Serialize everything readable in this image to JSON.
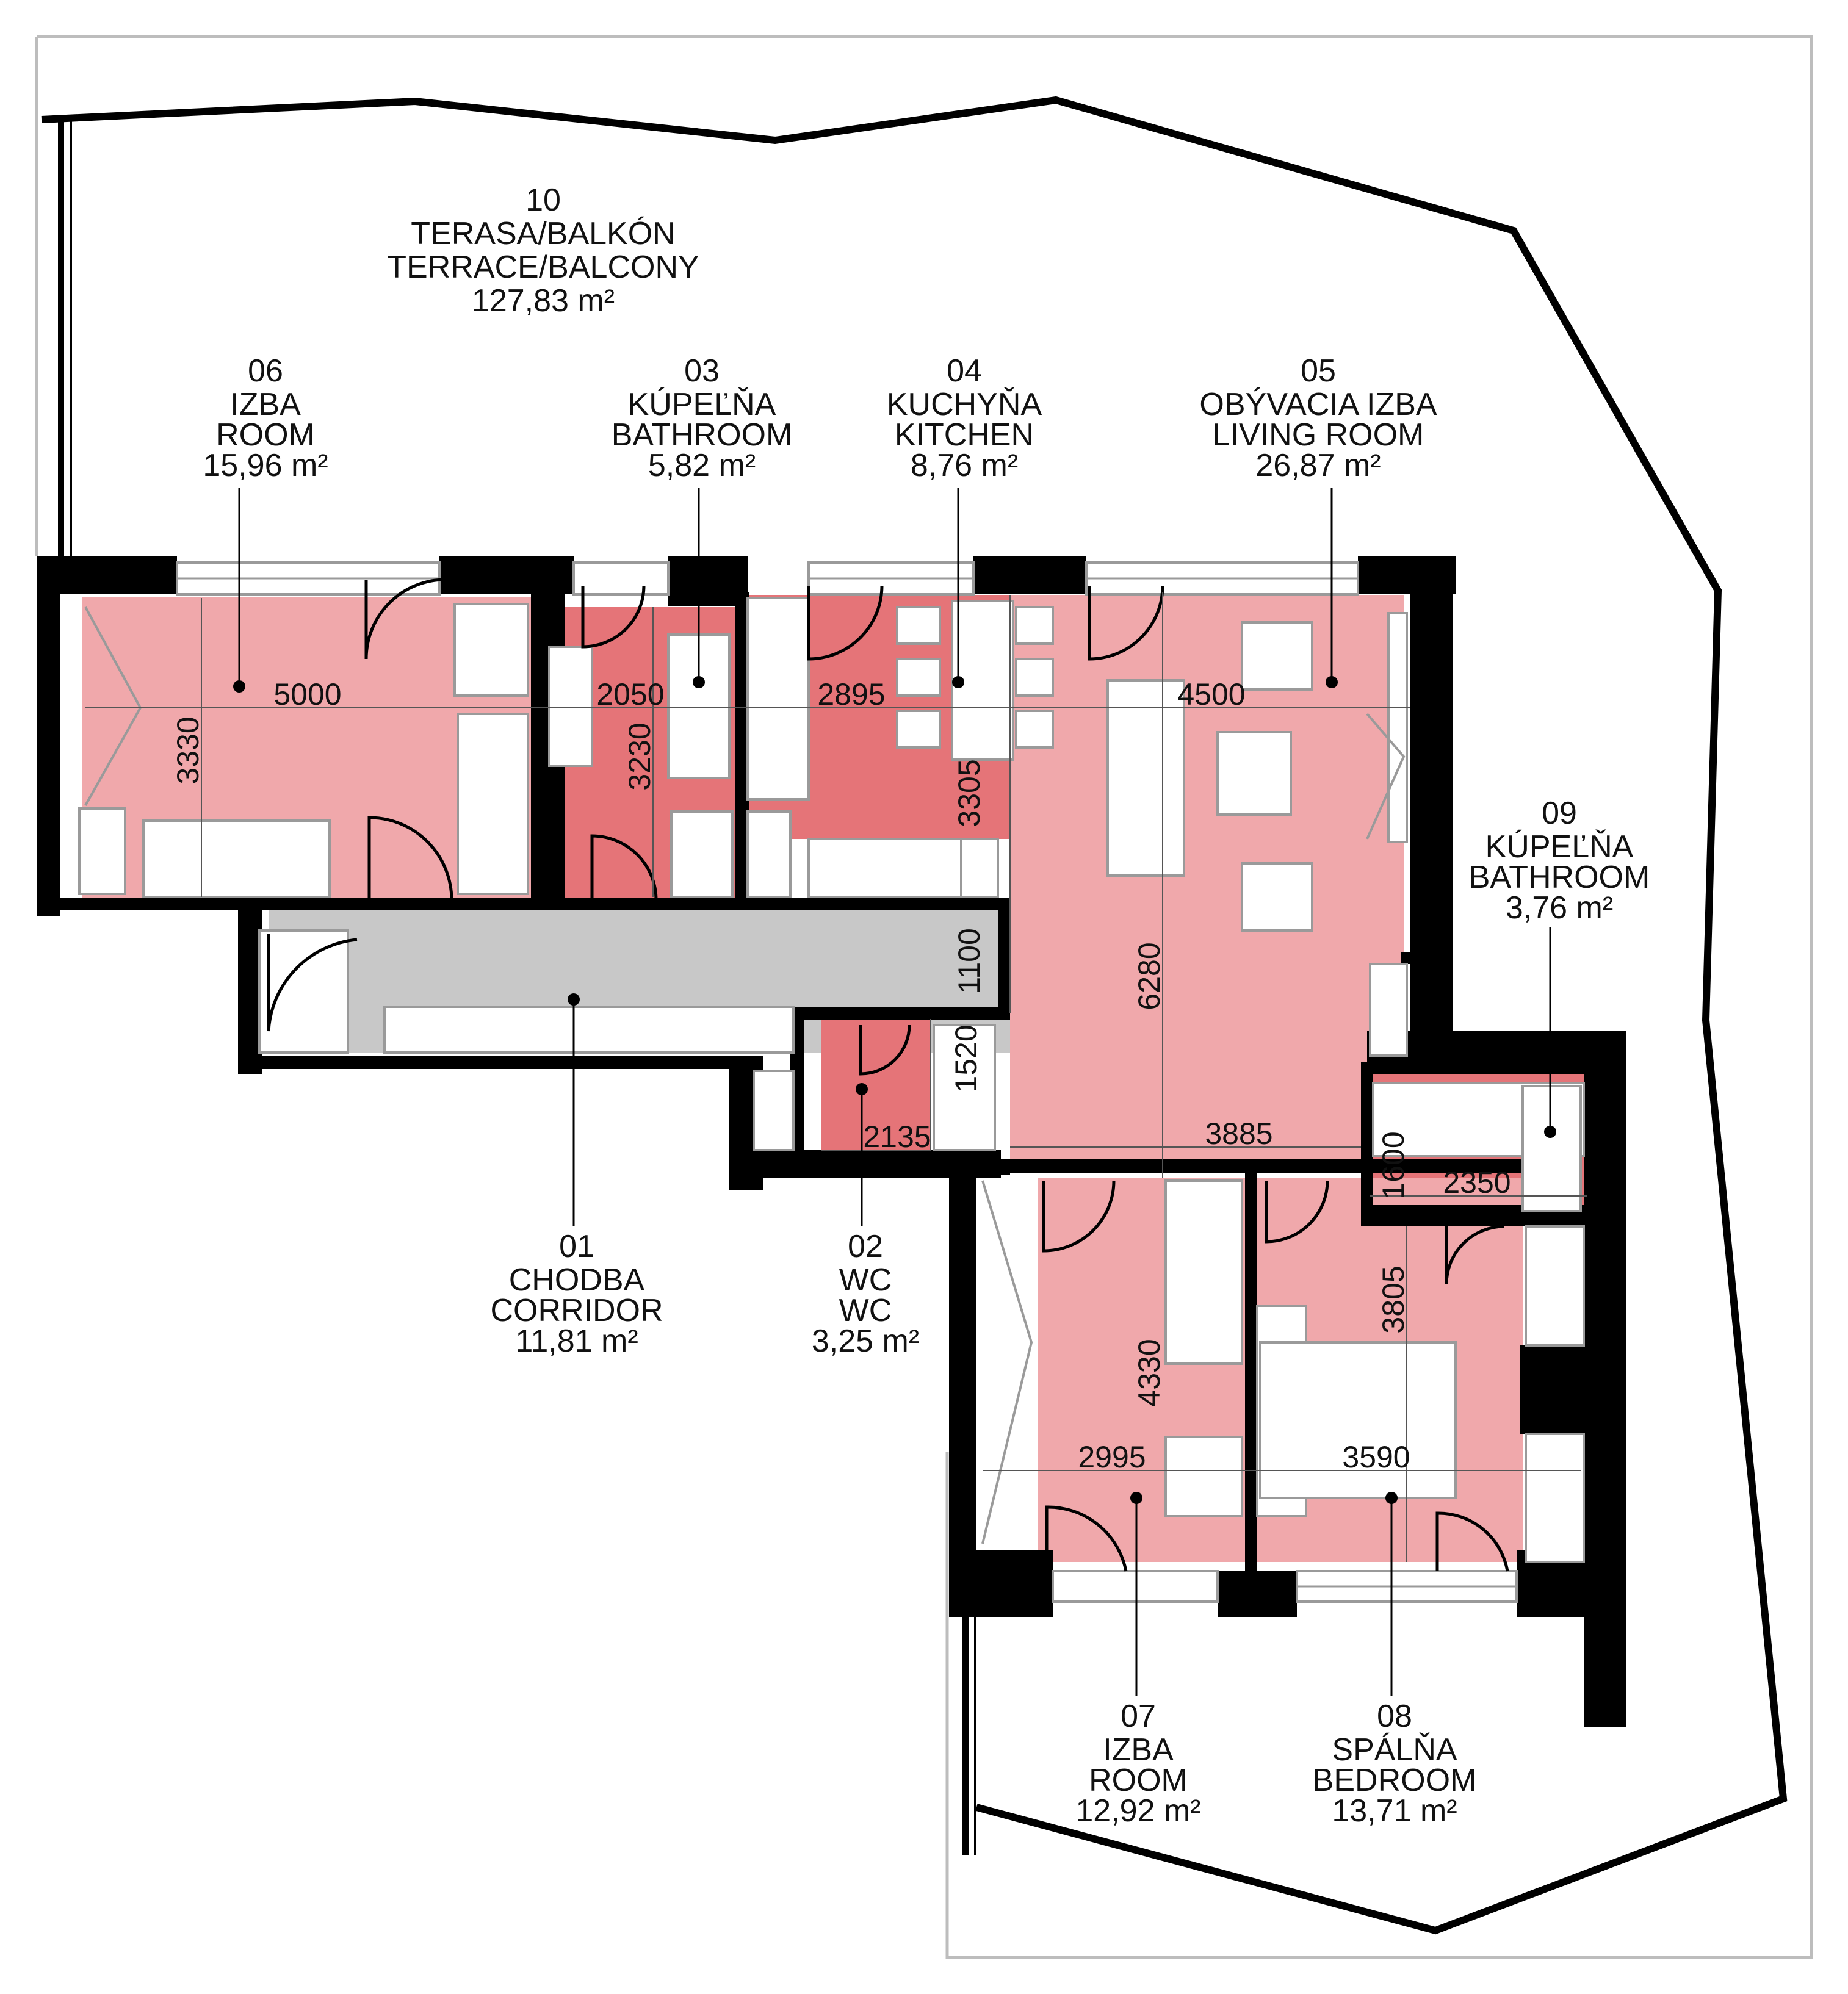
{
  "colors": {
    "room_fill": "#f0a8ab",
    "wet_fill": "#e57478",
    "corridor_fill": "#c8c8c8",
    "wall": "#000000",
    "frame": "#bdbdbd"
  },
  "rooms": [
    {
      "number": "01",
      "name_sk": "CHODBA",
      "name_en": "CORRIDOR",
      "area": "11,81 m²"
    },
    {
      "number": "02",
      "name_sk": "WC",
      "name_en": "WC",
      "area": "3,25 m²"
    },
    {
      "number": "03",
      "name_sk": "KÚPEĽŇA",
      "name_en": "BATHROOM",
      "area": "5,82 m²"
    },
    {
      "number": "04",
      "name_sk": "KUCHYŇA",
      "name_en": "KITCHEN",
      "area": "8,76 m²"
    },
    {
      "number": "05",
      "name_sk": "OBÝVACIA IZBA",
      "name_en": "LIVING ROOM",
      "area": "26,87 m²"
    },
    {
      "number": "06",
      "name_sk": "IZBA",
      "name_en": "ROOM",
      "area": "15,96 m²"
    },
    {
      "number": "07",
      "name_sk": "IZBA",
      "name_en": "ROOM",
      "area": "12,92 m²"
    },
    {
      "number": "08",
      "name_sk": "SPÁLŇA",
      "name_en": "BEDROOM",
      "area": "13,71 m²"
    },
    {
      "number": "09",
      "name_sk": "KÚPEĽŇA",
      "name_en": "BATHROOM",
      "area": "3,76 m²"
    },
    {
      "number": "10",
      "name_sk": "TERASA/BALKÓN",
      "name_en": "TERRACE/BALCONY",
      "area": "127,83 m²"
    }
  ],
  "dimensions": {
    "room06_w": "5000",
    "room06_h": "3330",
    "room03_w": "2050",
    "room03_h": "3230",
    "room04_w": "2895",
    "room04_h": "3305",
    "room05_w": "4500",
    "room05_h": "6280",
    "room05_w2": "3885",
    "corridor_h": "1100",
    "wc_w": "2135",
    "wc_h": "1520",
    "bath09_w": "2350",
    "bath09_h": "1600",
    "room07_w": "2995",
    "room07_h": "4330",
    "room08_w": "3590",
    "room08_h": "3805"
  }
}
